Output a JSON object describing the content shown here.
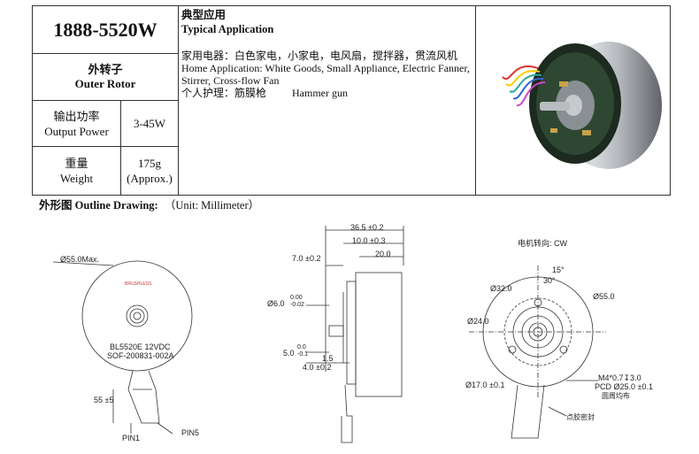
{
  "spec": {
    "model": "1888-5520W",
    "rotor_cn": "外转子",
    "rotor_en": "Outer Rotor",
    "power_cn": "输出功率",
    "power_en": "Output Power",
    "power_value": "3-45W",
    "weight_cn": "重量",
    "weight_en": "Weight",
    "weight_value": "175g",
    "weight_note": "(Approx.)"
  },
  "application": {
    "title_cn": "典型应用",
    "title_en": "Typical Application",
    "line1": "家用电器：白色家电，小家电，电风扇，搅拌器，贯流风机",
    "line2": "Home Application: White Goods, Small Appliance, Electric Fanner,",
    "line3": "Stirrer, Cross-flow Fan",
    "line4_cn": "个人护理：筋膜枪",
    "line4_en": "Hammer gun"
  },
  "outline": {
    "title": "外形图 Outline Drawing:",
    "unit": "（Unit: Millimeter）"
  },
  "front_view": {
    "diameter": "Ø55.0Max.",
    "label1": "BL5520E 12VDC",
    "label2": "SOF-200831-002A",
    "cable": "55 ±5",
    "pin1": "PIN1",
    "pin5": "PIN5",
    "logo": "BRUSHLESS"
  },
  "side_view": {
    "d_total": "36.5 ±0.2",
    "d_10": "10.0 ±0.3",
    "d_20": "20.0",
    "d_7": "7.0 ±0.2",
    "d_shaft": "Ø6.0",
    "tol_shaft_top": "0.00",
    "tol_shaft_bot": "-0.02",
    "d_5": "5.0",
    "tol_5_top": "0.0",
    "tol_5_bot": "-0.1",
    "d_1_5": "1.5",
    "d_4": "4.0 ±0.2"
  },
  "rear_view": {
    "rotation": "电机转向: CW",
    "angle15": "15°",
    "angle30": "30°",
    "d32": "Ø32.0",
    "d55": "Ø55.0",
    "d24": "Ø24.0",
    "d17": "Ø17.0 ±0.1",
    "thread": "M4*0.7↧3.0",
    "pcd": "PCD Ø25.0 ±0.1",
    "even": "圆周均布",
    "glue": "点胶密封"
  }
}
